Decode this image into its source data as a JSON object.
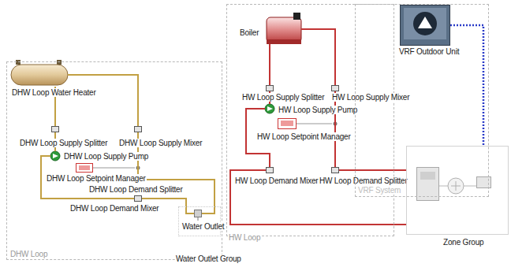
{
  "diagram": {
    "nodes": [
      {
        "text": [
          "DHW Loop"
        ]
      },
      {
        "text": [
          "DHW Loop Water Heater"
        ],
        "in": 0
      },
      {
        "text": [
          "DHW Loop Supply Splitter"
        ],
        "in": 0
      },
      {
        "text": [
          "DHW Loop Supply Mixer"
        ],
        "in": 0
      },
      {
        "text": [
          "DHW Loop Supply Pump"
        ],
        "in": 0
      },
      {
        "text": [
          "DHW Loop Setpoint Manager"
        ],
        "in": 0
      },
      {
        "text": [
          "DHW Loop Demand Splitter"
        ],
        "in": 0
      },
      {
        "text": [
          "DHW Loop Demand Mixer"
        ],
        "in": 0
      },
      {
        "text": [
          "Water Outlet Group"
        ],
        "in": 0
      },
      {
        "text": [
          "Water Outlet"
        ],
        "in": 8
      },
      {
        "text": [
          "HW Loop"
        ]
      },
      {
        "text": [
          "Boiler"
        ],
        "in": 10
      },
      {
        "text": [
          "HW Loop Supply Splitter"
        ],
        "in": 10
      },
      {
        "text": [
          "HW Loop Supply Mixer"
        ],
        "in": 10
      },
      {
        "text": [
          "HW Loop Supply Pump"
        ],
        "in": 10
      },
      {
        "text": [
          "HW Loop Setpoint Manager"
        ],
        "in": 10
      },
      {
        "text": [
          "HW Loop Demand Mixer"
        ],
        "in": 10
      },
      {
        "text": [
          "HW Loop Demand Splitter"
        ],
        "in": 10
      },
      {
        "text": [
          "VRF System"
        ]
      },
      {
        "text": [
          "VRF Outdoor Unit"
        ],
        "in": 18
      },
      {
        "text": [
          "Zone Group"
        ]
      }
    ],
    "edges": [
      {
        "from": 4,
        "to": 2,
        "arrow": "none"
      },
      {
        "from": 2,
        "to": 1,
        "arrow": "none"
      },
      {
        "from": 1,
        "to": 3,
        "arrow": "none"
      },
      {
        "from": 3,
        "to": 6,
        "arrow": "none"
      },
      {
        "from": 6,
        "to": 9,
        "arrow": "none"
      },
      {
        "from": 9,
        "to": 7,
        "arrow": "none"
      },
      {
        "from": 7,
        "to": 4,
        "arrow": "none"
      },
      {
        "from": 14,
        "to": 12,
        "arrow": "none"
      },
      {
        "from": 12,
        "to": 11,
        "arrow": "none"
      },
      {
        "from": 11,
        "to": 13,
        "arrow": "none"
      },
      {
        "from": 13,
        "to": 17,
        "arrow": "none"
      },
      {
        "from": 17,
        "to": 20,
        "arrow": "none"
      },
      {
        "from": 20,
        "to": 16,
        "arrow": "none"
      },
      {
        "from": 16,
        "to": 14,
        "arrow": "none"
      },
      {
        "from": 19,
        "to": 20,
        "arrow": "none"
      }
    ]
  }
}
